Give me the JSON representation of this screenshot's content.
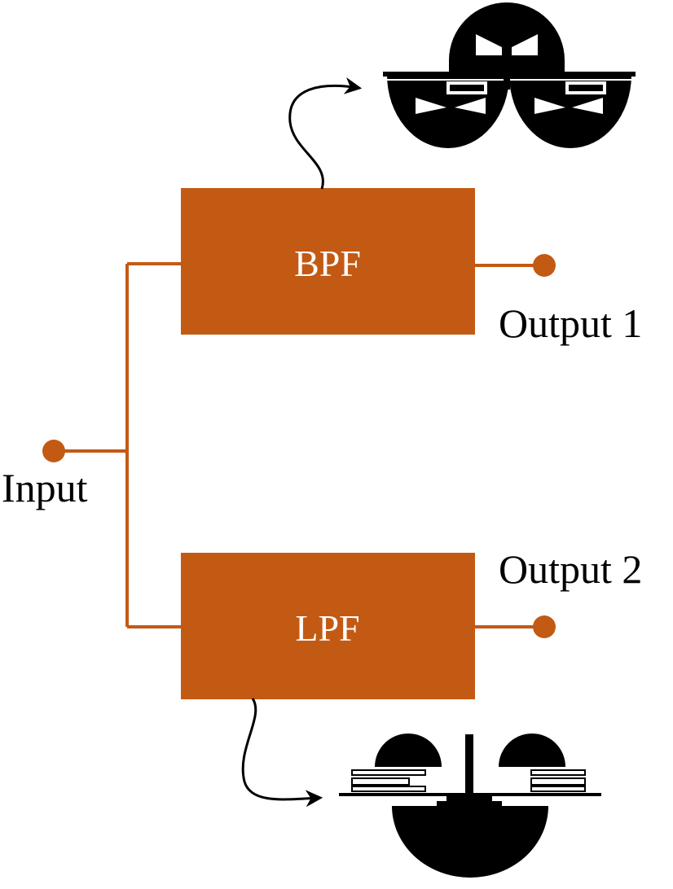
{
  "colors": {
    "accent": "#c35a14",
    "ink": "#000000",
    "background": "#ffffff"
  },
  "blocks": {
    "bpf": {
      "label": "BPF"
    },
    "lpf": {
      "label": "LPF"
    }
  },
  "terminals": {
    "input": {
      "label": "Input"
    },
    "output_1": {
      "label": "Output 1"
    },
    "output_2": {
      "label": "Output 2"
    }
  },
  "icons": {
    "bpf_layout": "bpf-layout-icon",
    "lpf_layout": "lpf-layout-icon"
  }
}
